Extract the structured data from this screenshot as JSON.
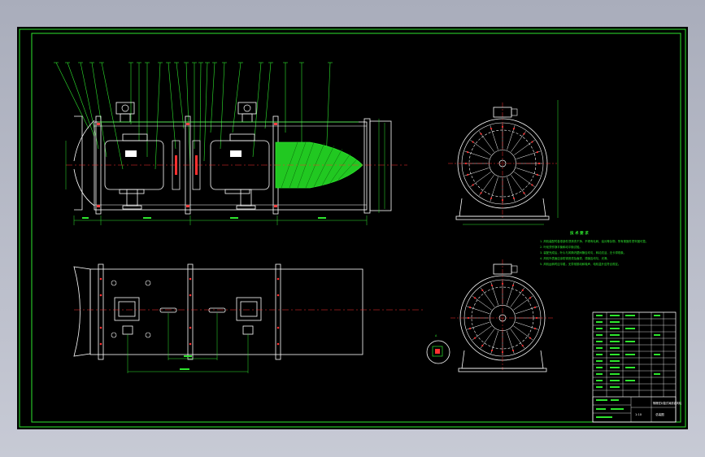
{
  "drawing": {
    "notes_title": "技 术 要 求",
    "notes": [
      "1. 风机装配时各零部件须清洗干净，不得有毛刺、油污等杂物，所有紧固件须牢固可靠。",
      "2. 叶轮须作静平衡和动平衡试验。",
      "3. 装配完成后，叶片与风筒内壁间隙应均匀，转动灵活，无卡滞现象。",
      "4. 风机外表面应涂防锈底漆及面漆，漆膜应均匀、光滑。",
      "5. 风机运转时应平稳，无异常振动和噪声，电机温升应符合规定。"
    ],
    "title_block": {
      "name": "隔爆型对旋式局部通风机",
      "scale": "1:10",
      "sheet": "总装图"
    }
  },
  "colors": {
    "frame": "#2ee62e",
    "geometry": "#ffffff",
    "centerline": "#ff3030",
    "dimension": "#2ee62e",
    "accent": "#ffff40",
    "nose_fill": "#21c821",
    "background": "#000000"
  }
}
